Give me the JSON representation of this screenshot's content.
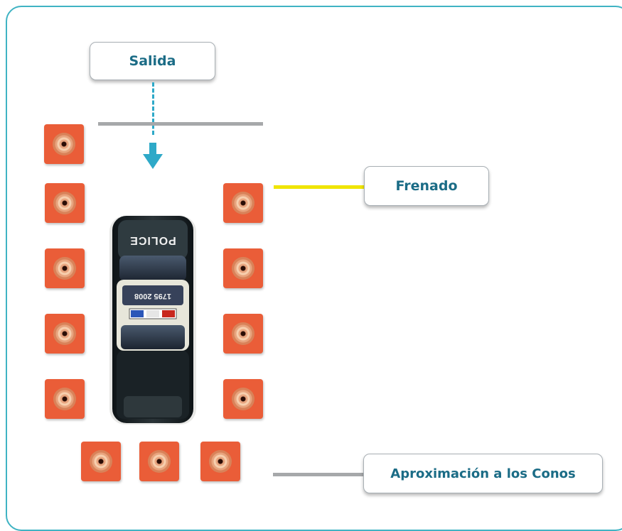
{
  "labels": {
    "salida": "Salida",
    "frenado": "Frenado",
    "aproximacion": "Aproximación a los Conos"
  },
  "car": {
    "roof_text": "POLICE",
    "trunk_text": "1795 2008"
  },
  "colors": {
    "frame": "#3fb3c3",
    "label_text": "#1b6c86",
    "cone": "#ea5d38",
    "arrow": "#2ea9c8",
    "frenado_line": "#f0e500",
    "gray_line": "#a6a8aa"
  }
}
